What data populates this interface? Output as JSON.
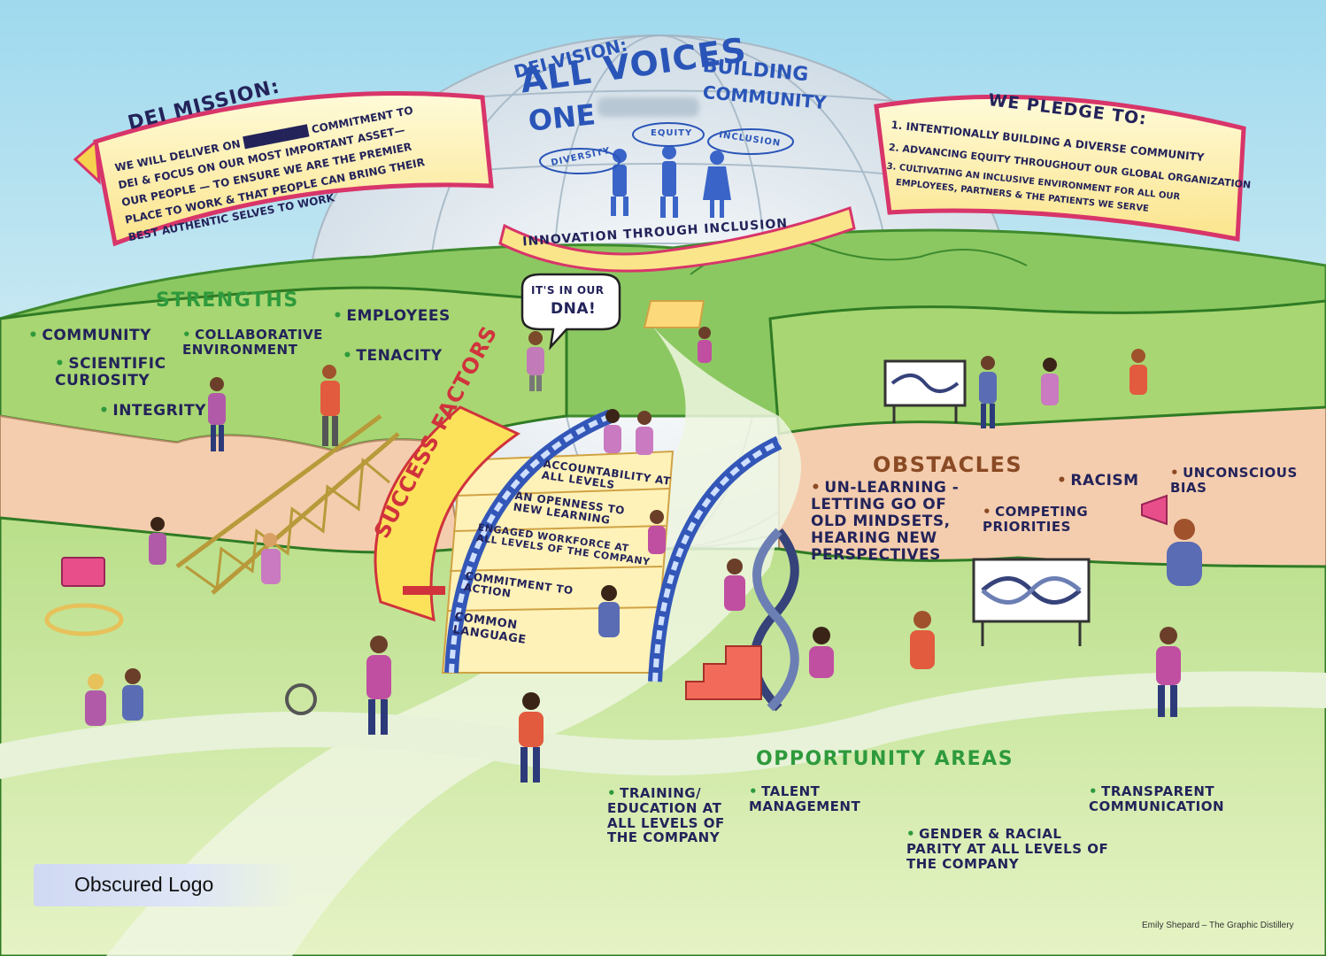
{
  "vision": {
    "line1": "DEI VISION:",
    "line2": "ALL VOICES",
    "line3": "BUILDING",
    "line4": "ONE",
    "line5": "COMMUNITY",
    "bubbles": [
      "DIVERSITY",
      "EQUITY",
      "INCLUSION"
    ],
    "ribbon": "INNOVATION THROUGH INCLUSION"
  },
  "mission": {
    "title": "DEI MISSION:",
    "text_lines": [
      "WE WILL DELIVER ON ████████ COMMITMENT TO",
      "DEI & FOCUS ON OUR MOST IMPORTANT ASSET—",
      "OUR PEOPLE — to ENSURE WE ARE THE PREMIER",
      "PLACE to WORK & THAT PEOPLE CAN BRING THEIR",
      "BEST AUTHENTIC SELVES to WORK"
    ]
  },
  "pledge": {
    "title": "WE PLEDGE to:",
    "items": [
      "1. INTENTIONALLY BUILDING A DIVERSE COMMUNITY",
      "2. ADVANCING EQUITY THROUGHOUT OUR GLOBAL ORGANIZATION",
      "3. CULTIVATING AN INCLUSIVE ENVIRONMENT FOR ALL OUR",
      "EMPLOYEES, PARTNERS & THE PATIENTS WE SERVE"
    ]
  },
  "strengths": {
    "title": "STRENGTHS",
    "items": [
      "COMMUNITY",
      "COLLABORATIVE ENVIRONMENT",
      "EMPLOYEES",
      "SCIENTIFIC CURIOSITY",
      "TENACITY",
      "INTEGRITY"
    ]
  },
  "speech": {
    "line1": "IT'S IN OUR",
    "line2": "DNA!"
  },
  "success": {
    "title": "SUCCESS FACTORS",
    "steps": [
      "ACCOUNTABILITY AT ALL LEVELS",
      "AN OPENNESS TO NEW LEARNING",
      "ENGAGED WORKFORCE AT ALL LEVELS OF THE COMPANY",
      "COMMITMENT TO ACTION",
      "COMMON LANGUAGE"
    ]
  },
  "obstacles": {
    "title": "OBSTACLES",
    "items": [
      "UN-LEARNING - LETTING GO OF OLD MINDSETS, HEARING NEW PERSPECTIVES",
      "RACISM",
      "UNCONSCIOUS BIAS",
      "COMPETING PRIORITIES"
    ]
  },
  "opportunity": {
    "title": "OPPORTUNITY AREAS",
    "items": [
      "TRAINING/ EDUCATION at ALL LEVELS of the COMPANY",
      "TALENT MANAGEMENT",
      "GENDER & RACIAL PARITY at ALL LEVELS of the COMPANY",
      "TRANSPARENT COMMUNICATION"
    ]
  },
  "logo": "Obscured Logo",
  "credit": "Emily Shepard – The Graphic Distillery",
  "colors": {
    "sky": "#bfe6f2",
    "grass": "#8cc861",
    "grass_light": "#d6eba6",
    "earth": "#f2c6a4",
    "globe": "#dfe8ee",
    "banner_fill": "#fdf3b8",
    "banner_edge": "#d8356a",
    "heading_green": "#2e9a3c",
    "heading_brown": "#8a4a24",
    "text_navy": "#23235a",
    "arch_blue": "#3357b8",
    "vision_blue": "#2a55b8"
  }
}
